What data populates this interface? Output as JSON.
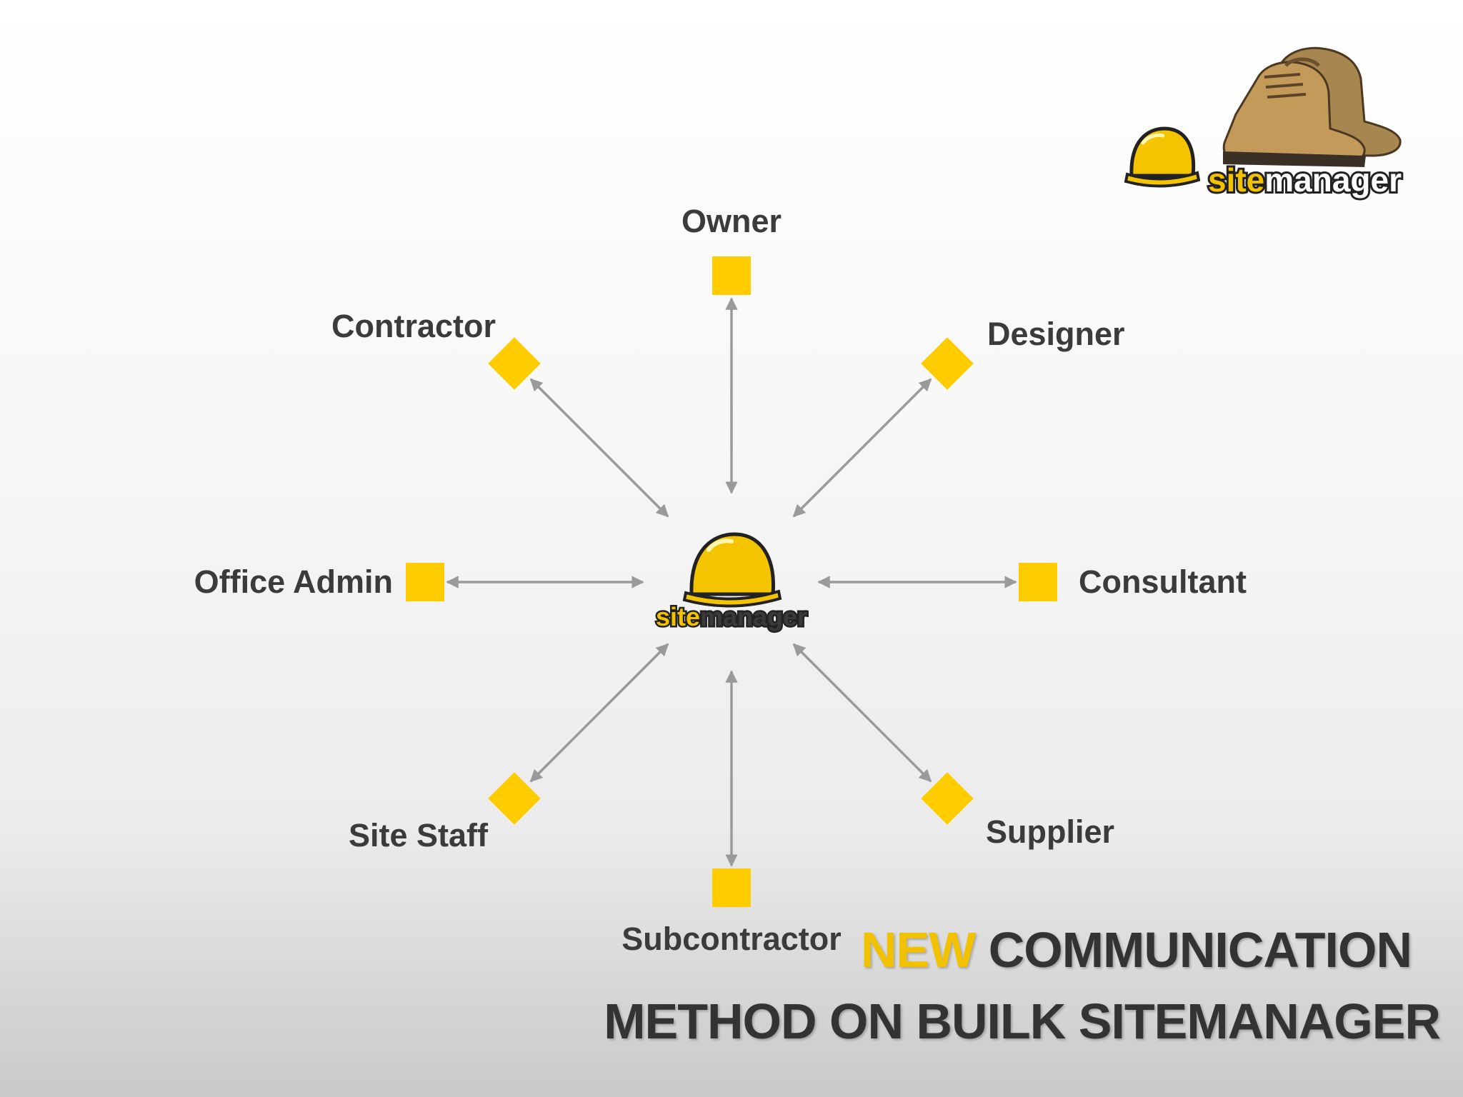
{
  "brand": {
    "site_text": "site",
    "manager_text": "manager",
    "colors": {
      "yellow": "#f2c200",
      "dark": "#3a3a3a"
    },
    "logo_icon": "hard-hat-icon",
    "photo_icon": "work-boots-icon"
  },
  "center": {
    "site_text": "site",
    "manager_text": "manager"
  },
  "nodes": [
    {
      "id": "owner",
      "label": "Owner",
      "shape": "square"
    },
    {
      "id": "designer",
      "label": "Designer",
      "shape": "diamond"
    },
    {
      "id": "consultant",
      "label": "Consultant",
      "shape": "square"
    },
    {
      "id": "supplier",
      "label": "Supplier",
      "shape": "diamond"
    },
    {
      "id": "subcontractor",
      "label": "Subcontractor",
      "shape": "square"
    },
    {
      "id": "site-staff",
      "label": "Site Staff",
      "shape": "diamond"
    },
    {
      "id": "office-admin",
      "label": "Office Admin",
      "shape": "square"
    },
    {
      "id": "contractor",
      "label": "Contractor",
      "shape": "diamond"
    }
  ],
  "title": {
    "accent": "NEW",
    "line1_rest": "COMMUNICATION",
    "line2": "METHOD ON BUILK SITEMANAGER"
  },
  "colors": {
    "node_fill": "#ffcc00",
    "arrow": "#9a9a9a",
    "label": "#3b3b3b"
  }
}
